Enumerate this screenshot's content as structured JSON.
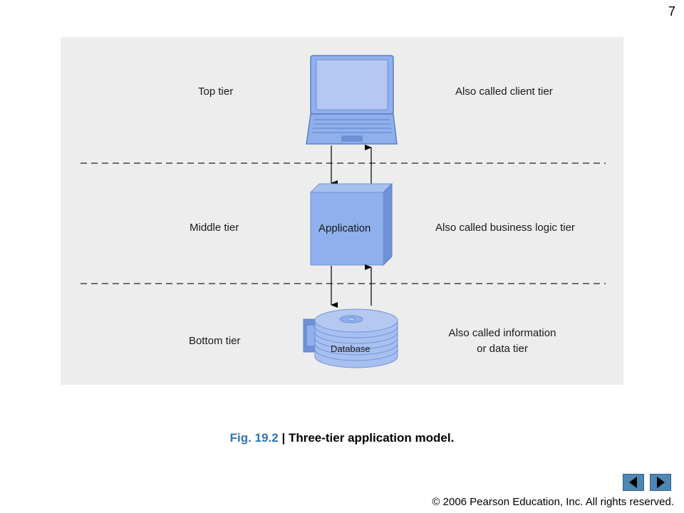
{
  "slide": {
    "page_number": "7",
    "copyright": "© 2006 Pearson Education, Inc.  All rights reserved."
  },
  "diagram": {
    "tiers": [
      {
        "label": "Top tier",
        "description": "Also called client tier",
        "component": "laptop-icon"
      },
      {
        "label": "Middle tier",
        "description": "Also called business logic tier",
        "component_label": "Application"
      },
      {
        "label": "Bottom tier",
        "description_lines": [
          "Also called information",
          "or data tier"
        ],
        "component_label": "Database"
      }
    ],
    "colors": {
      "background": "#ededed",
      "component_fill": "#8fb0ec",
      "component_dark": "#6f92d6",
      "laptop_screen": "#b4c8f2",
      "line": "#000000"
    }
  },
  "caption": {
    "figure_number": "Fig. 19.2",
    "separator": "|",
    "title": "Three-tier application model."
  },
  "navigation": {
    "prev_icon": "triangle-left-icon",
    "next_icon": "triangle-right-icon"
  }
}
